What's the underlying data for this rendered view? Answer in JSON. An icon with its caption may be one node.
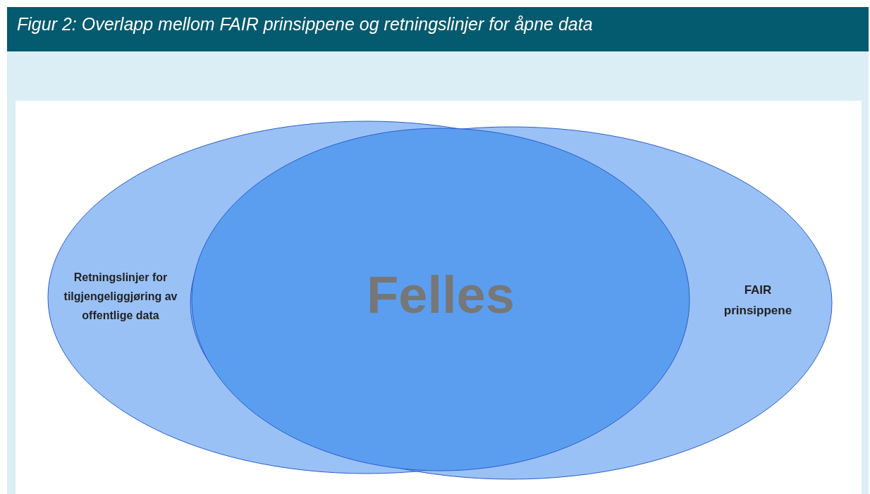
{
  "diagram": {
    "title": "Figur 2: Overlapp mellom FAIR prinsippene og retningslinjer for åpne data",
    "nodes": [
      {
        "text": [
          "Retningslinjer for tilgjengeliggjøring av offentlige data"
        ]
      },
      {
        "text": [
          "FAIR prinsippene"
        ]
      },
      {
        "text": [
          "Felles"
        ]
      }
    ],
    "edges": []
  }
}
